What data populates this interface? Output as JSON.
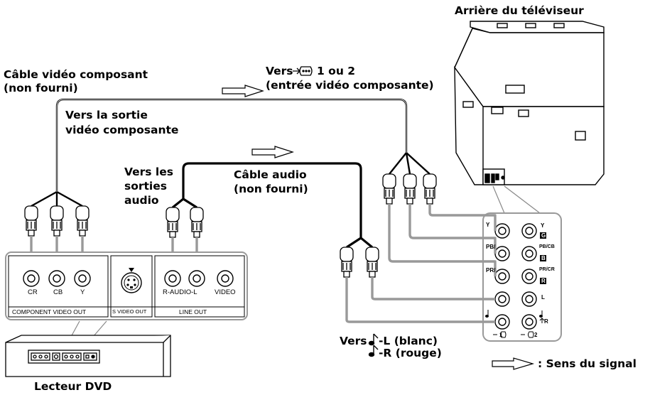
{
  "labels": {
    "tv_back": "Arrière du téléviseur",
    "component_cable_1": "Câble vidéo composant",
    "component_cable_2": "(non fourni)",
    "to_component_out_1": "Vers la sortie",
    "to_component_out_2": "vidéo composante",
    "to_input_prefix": "Vers",
    "to_input_suffix": "1 ou 2",
    "to_input_2": "(entrée vidéo composante)",
    "to_audio_out_1": "Vers les",
    "to_audio_out_2": "sorties",
    "to_audio_out_3": "audio",
    "audio_cable_1": "Câble audio",
    "audio_cable_2": "(non fourni)",
    "to_audio_in_prefix": "Vers",
    "audio_l": "-L (blanc)",
    "audio_r": "-R (rouge)",
    "signal_legend": ": Sens du signal",
    "dvd_player": "Lecteur DVD"
  },
  "dvd_panel": {
    "jack_cr": "CR",
    "jack_cb": "CB",
    "jack_y": "Y",
    "jack_audio": "R-AUDIO-L",
    "jack_video": "VIDEO",
    "section_component": "COMPONENT VIDEO OUT",
    "section_svideo": "S VIDEO OUT",
    "section_line": "LINE  OUT"
  },
  "tv_panel": {
    "in1_y": "Y",
    "in1_pb": "PB/",
    "in1_pr": "PR/",
    "in1_num": "1",
    "in2_y": "Y",
    "in2_g": "G",
    "in2_pb": "PB/CB",
    "in2_b": "B",
    "in2_pr": "PR/CR",
    "in2_r": "R",
    "in2_l": "L",
    "in2_rr": "R",
    "in2_num": "2"
  },
  "colors": {
    "line": "#000000",
    "cable_gray": "#999999",
    "panel_fill": "#ffffff"
  },
  "icons": [
    "component-input-icon",
    "audio-note-icon",
    "signal-direction-arrow-icon",
    "s-video-jack-icon"
  ]
}
